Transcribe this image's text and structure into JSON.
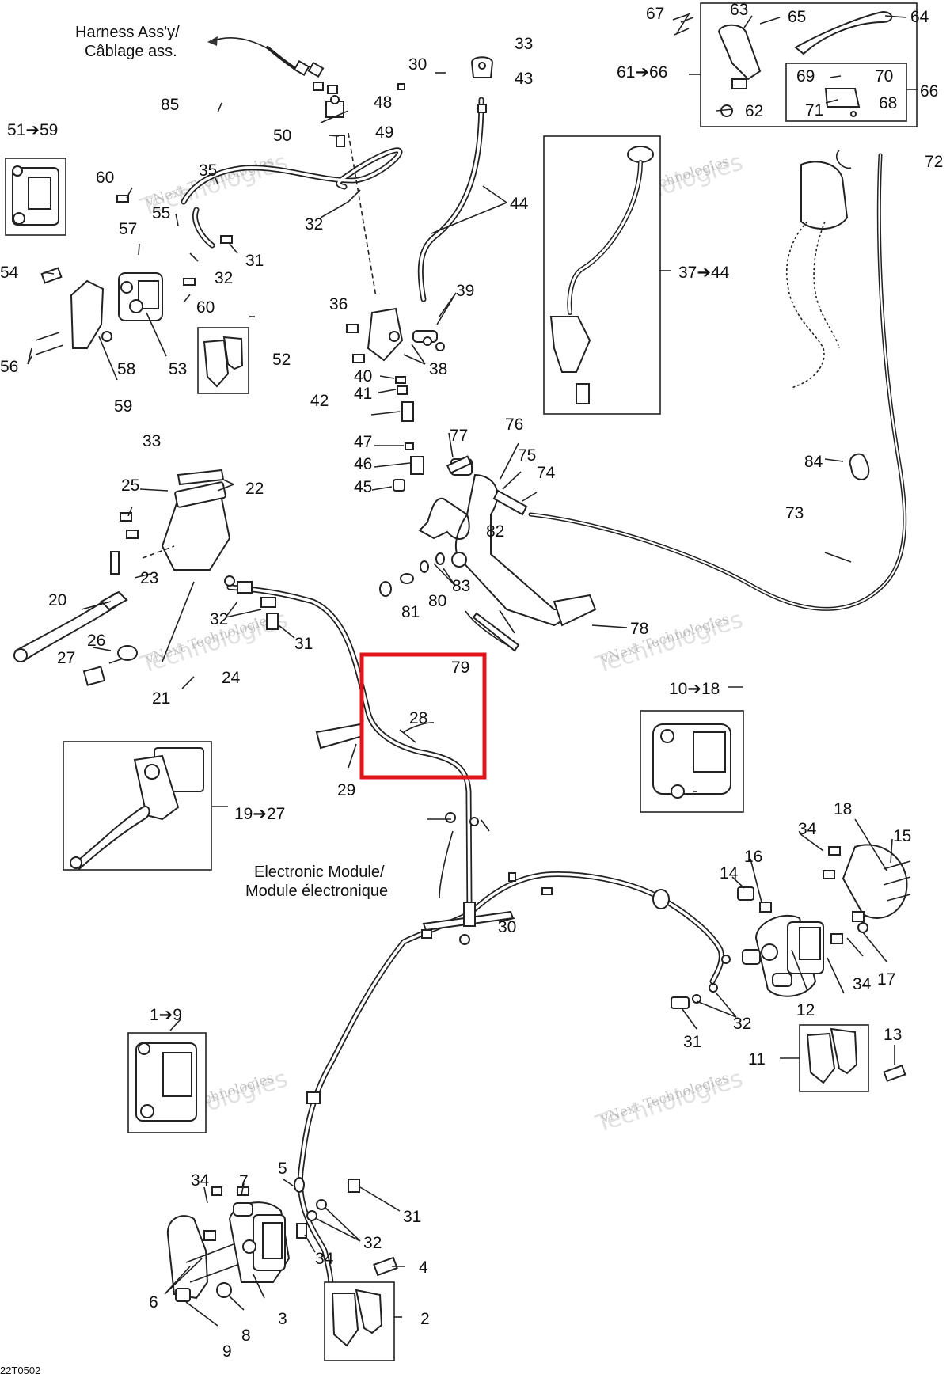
{
  "captions": {
    "harness_en": "Harness Ass'y/",
    "harness_fr": "Câblage ass.",
    "module_en": "Electronic Module/",
    "module_fr": "Module électronique"
  },
  "drawing_code": "22T0502",
  "watermark": {
    "line1": "vNext Technologies",
    "line2": "Technologies"
  },
  "glyphs": {
    "arrow": "➔",
    "drop": "💧"
  },
  "callouts": [
    {
      "id": "c1to9",
      "text": "1➔9"
    },
    {
      "id": "c2",
      "text": "2"
    },
    {
      "id": "c3",
      "text": "3"
    },
    {
      "id": "c4",
      "text": "4"
    },
    {
      "id": "c5",
      "text": "5"
    },
    {
      "id": "c6",
      "text": "6"
    },
    {
      "id": "c7",
      "text": "7"
    },
    {
      "id": "c8",
      "text": "8"
    },
    {
      "id": "c9",
      "text": "9"
    },
    {
      "id": "c10to18",
      "text": "10➔18"
    },
    {
      "id": "c11",
      "text": "11"
    },
    {
      "id": "c12",
      "text": "12"
    },
    {
      "id": "c13",
      "text": "13"
    },
    {
      "id": "c14",
      "text": "14"
    },
    {
      "id": "c15",
      "text": "15"
    },
    {
      "id": "c16",
      "text": "16"
    },
    {
      "id": "c17",
      "text": "17"
    },
    {
      "id": "c18",
      "text": "18"
    },
    {
      "id": "c19to27",
      "text": "19➔27"
    },
    {
      "id": "c20",
      "text": "20"
    },
    {
      "id": "c21",
      "text": "21"
    },
    {
      "id": "c22",
      "text": "22"
    },
    {
      "id": "c23",
      "text": "23"
    },
    {
      "id": "c24",
      "text": "24"
    },
    {
      "id": "c25",
      "text": "25"
    },
    {
      "id": "c26",
      "text": "26"
    },
    {
      "id": "c27",
      "text": "27"
    },
    {
      "id": "c28",
      "text": "28"
    },
    {
      "id": "c29",
      "text": "29"
    },
    {
      "id": "c30a",
      "text": "30"
    },
    {
      "id": "c30b",
      "text": "30"
    },
    {
      "id": "c31a",
      "text": "31"
    },
    {
      "id": "c31b",
      "text": "31"
    },
    {
      "id": "c31c",
      "text": "31"
    },
    {
      "id": "c31d",
      "text": "31"
    },
    {
      "id": "c32a",
      "text": "32"
    },
    {
      "id": "c32b",
      "text": "32"
    },
    {
      "id": "c32c",
      "text": "32"
    },
    {
      "id": "c32d",
      "text": "32"
    },
    {
      "id": "c32e",
      "text": "32"
    },
    {
      "id": "c33a",
      "text": "33"
    },
    {
      "id": "c33b",
      "text": "33"
    },
    {
      "id": "c34a",
      "text": "34"
    },
    {
      "id": "c34b",
      "text": "34"
    },
    {
      "id": "c34c",
      "text": "34"
    },
    {
      "id": "c34d",
      "text": "34"
    },
    {
      "id": "c35",
      "text": "35"
    },
    {
      "id": "c36",
      "text": "36"
    },
    {
      "id": "c37to44",
      "text": "37➔44"
    },
    {
      "id": "c38",
      "text": "38"
    },
    {
      "id": "c39",
      "text": "39"
    },
    {
      "id": "c40",
      "text": "40"
    },
    {
      "id": "c41",
      "text": "41"
    },
    {
      "id": "c42",
      "text": "42"
    },
    {
      "id": "c43",
      "text": "43"
    },
    {
      "id": "c44",
      "text": "44"
    },
    {
      "id": "c45",
      "text": "45"
    },
    {
      "id": "c46",
      "text": "46"
    },
    {
      "id": "c47",
      "text": "47"
    },
    {
      "id": "c48",
      "text": "48"
    },
    {
      "id": "c49",
      "text": "49"
    },
    {
      "id": "c50",
      "text": "50"
    },
    {
      "id": "c51to59",
      "text": "51➔59"
    },
    {
      "id": "c52",
      "text": "52"
    },
    {
      "id": "c53",
      "text": "53"
    },
    {
      "id": "c54",
      "text": "54"
    },
    {
      "id": "c55",
      "text": "55"
    },
    {
      "id": "c56",
      "text": "56"
    },
    {
      "id": "c57",
      "text": "57"
    },
    {
      "id": "c58",
      "text": "58"
    },
    {
      "id": "c59",
      "text": "59"
    },
    {
      "id": "c60a",
      "text": "60"
    },
    {
      "id": "c60b",
      "text": "60"
    },
    {
      "id": "c61to66",
      "text": "61➔66"
    },
    {
      "id": "c62",
      "text": "62"
    },
    {
      "id": "c63",
      "text": "63"
    },
    {
      "id": "c64",
      "text": "64"
    },
    {
      "id": "c65",
      "text": "65"
    },
    {
      "id": "c66",
      "text": "66"
    },
    {
      "id": "c67",
      "text": "67"
    },
    {
      "id": "c68",
      "text": "68"
    },
    {
      "id": "c69",
      "text": "69"
    },
    {
      "id": "c70",
      "text": "70"
    },
    {
      "id": "c71",
      "text": "71"
    },
    {
      "id": "c72",
      "text": "72"
    },
    {
      "id": "c73",
      "text": "73"
    },
    {
      "id": "c74",
      "text": "74"
    },
    {
      "id": "c75",
      "text": "75"
    },
    {
      "id": "c76",
      "text": "76"
    },
    {
      "id": "c77",
      "text": "77"
    },
    {
      "id": "c78",
      "text": "78"
    },
    {
      "id": "c79",
      "text": "79"
    },
    {
      "id": "c80",
      "text": "80"
    },
    {
      "id": "c81",
      "text": "81"
    },
    {
      "id": "c82",
      "text": "82"
    },
    {
      "id": "c83",
      "text": "83"
    },
    {
      "id": "c84",
      "text": "84"
    },
    {
      "id": "c85",
      "text": "85"
    }
  ],
  "highlight": {
    "label": "28",
    "color": "#e0161b"
  },
  "colors": {
    "line": "#222222",
    "highlight": "#e0161b",
    "watermark": "#bdbdbd"
  }
}
